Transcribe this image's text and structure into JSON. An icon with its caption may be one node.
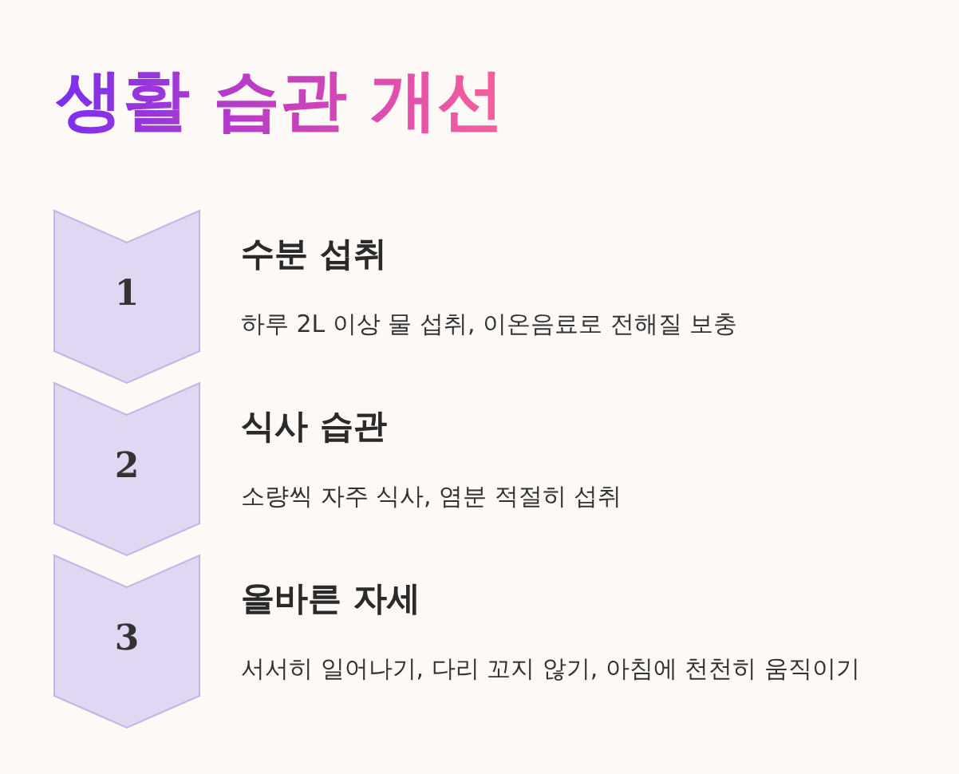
{
  "diagram": {
    "title": "생활 습관 개선",
    "nodes": [
      {
        "text": [
          "1",
          "수분 섭취",
          "하루 2L 이상 물 섭취, 이온음료로 전해질 보충"
        ]
      },
      {
        "text": [
          "2",
          "식사 습관",
          "소량씩 자주 식사, 염분 적절히 섭취"
        ]
      },
      {
        "text": [
          "3",
          "올바른 자세",
          "서서히 일어나기, 다리 꼬지 않기, 아침에 천천히 움직이기"
        ]
      }
    ],
    "edges": []
  }
}
